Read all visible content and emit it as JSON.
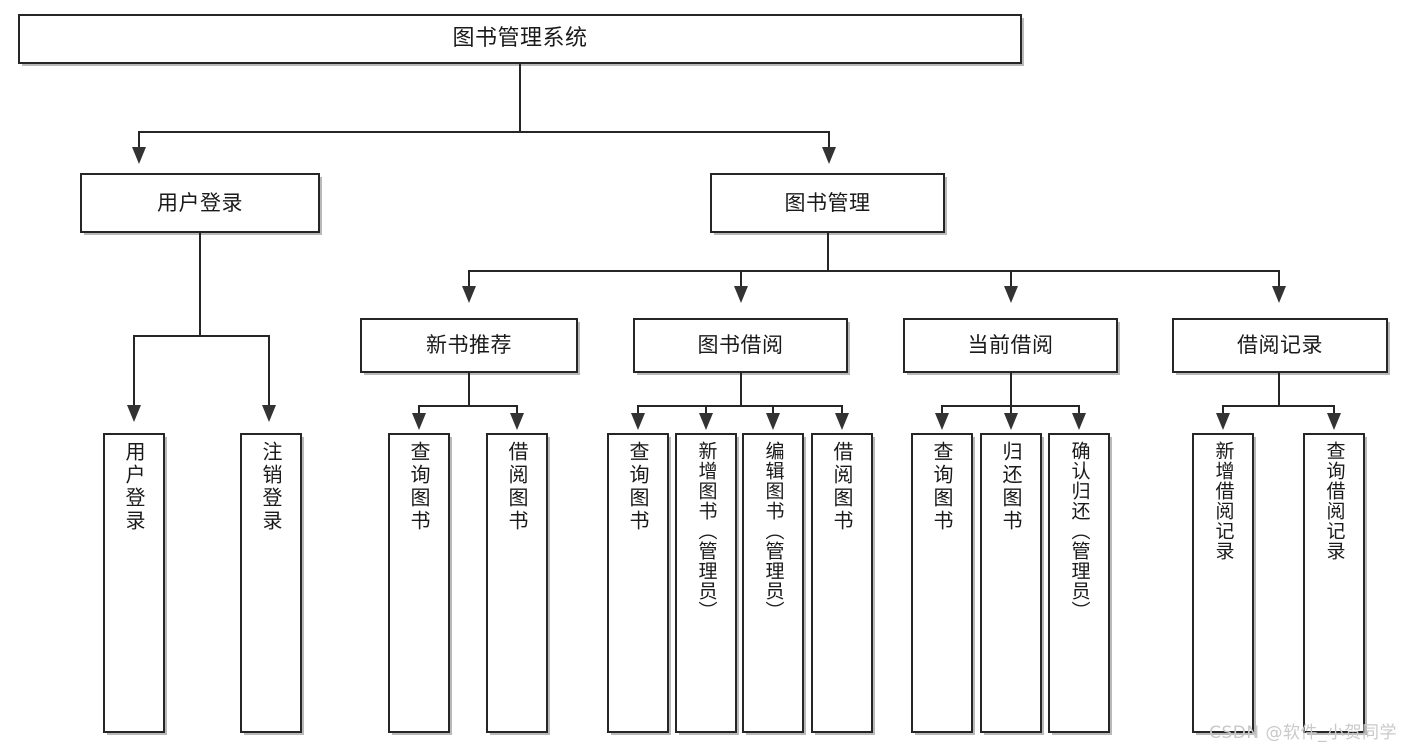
{
  "diagram": {
    "title": "图书管理系统",
    "type": "hierarchy-tree",
    "root": {
      "label": "图书管理系统"
    },
    "level1": [
      {
        "label": "用户登录"
      },
      {
        "label": "图书管理"
      }
    ],
    "level2": [
      {
        "label": "新书推荐"
      },
      {
        "label": "图书借阅"
      },
      {
        "label": "当前借阅"
      },
      {
        "label": "借阅记录"
      }
    ],
    "leaves": {
      "user_login": [
        {
          "label": "用户登录"
        },
        {
          "label": "注销登录"
        }
      ],
      "new_book_recommend": [
        {
          "label": "查询图书"
        },
        {
          "label": "借阅图书"
        }
      ],
      "book_borrow": [
        {
          "label": "查询图书"
        },
        {
          "label": "新增图书（管理员）"
        },
        {
          "label": "编辑图书（管理员）"
        },
        {
          "label": "借阅图书"
        }
      ],
      "current_borrow": [
        {
          "label": "查询图书"
        },
        {
          "label": "归还图书"
        },
        {
          "label": "确认归还（管理员）"
        }
      ],
      "borrow_record": [
        {
          "label": "新增借阅记录"
        },
        {
          "label": "查询借阅记录"
        }
      ]
    },
    "watermark": "CSDN @软件_小贺同学",
    "colors": {
      "stroke": "#262626",
      "fill": "#ffffff",
      "text": "#1a1a1a",
      "watermark": "#c9c9c9"
    }
  }
}
